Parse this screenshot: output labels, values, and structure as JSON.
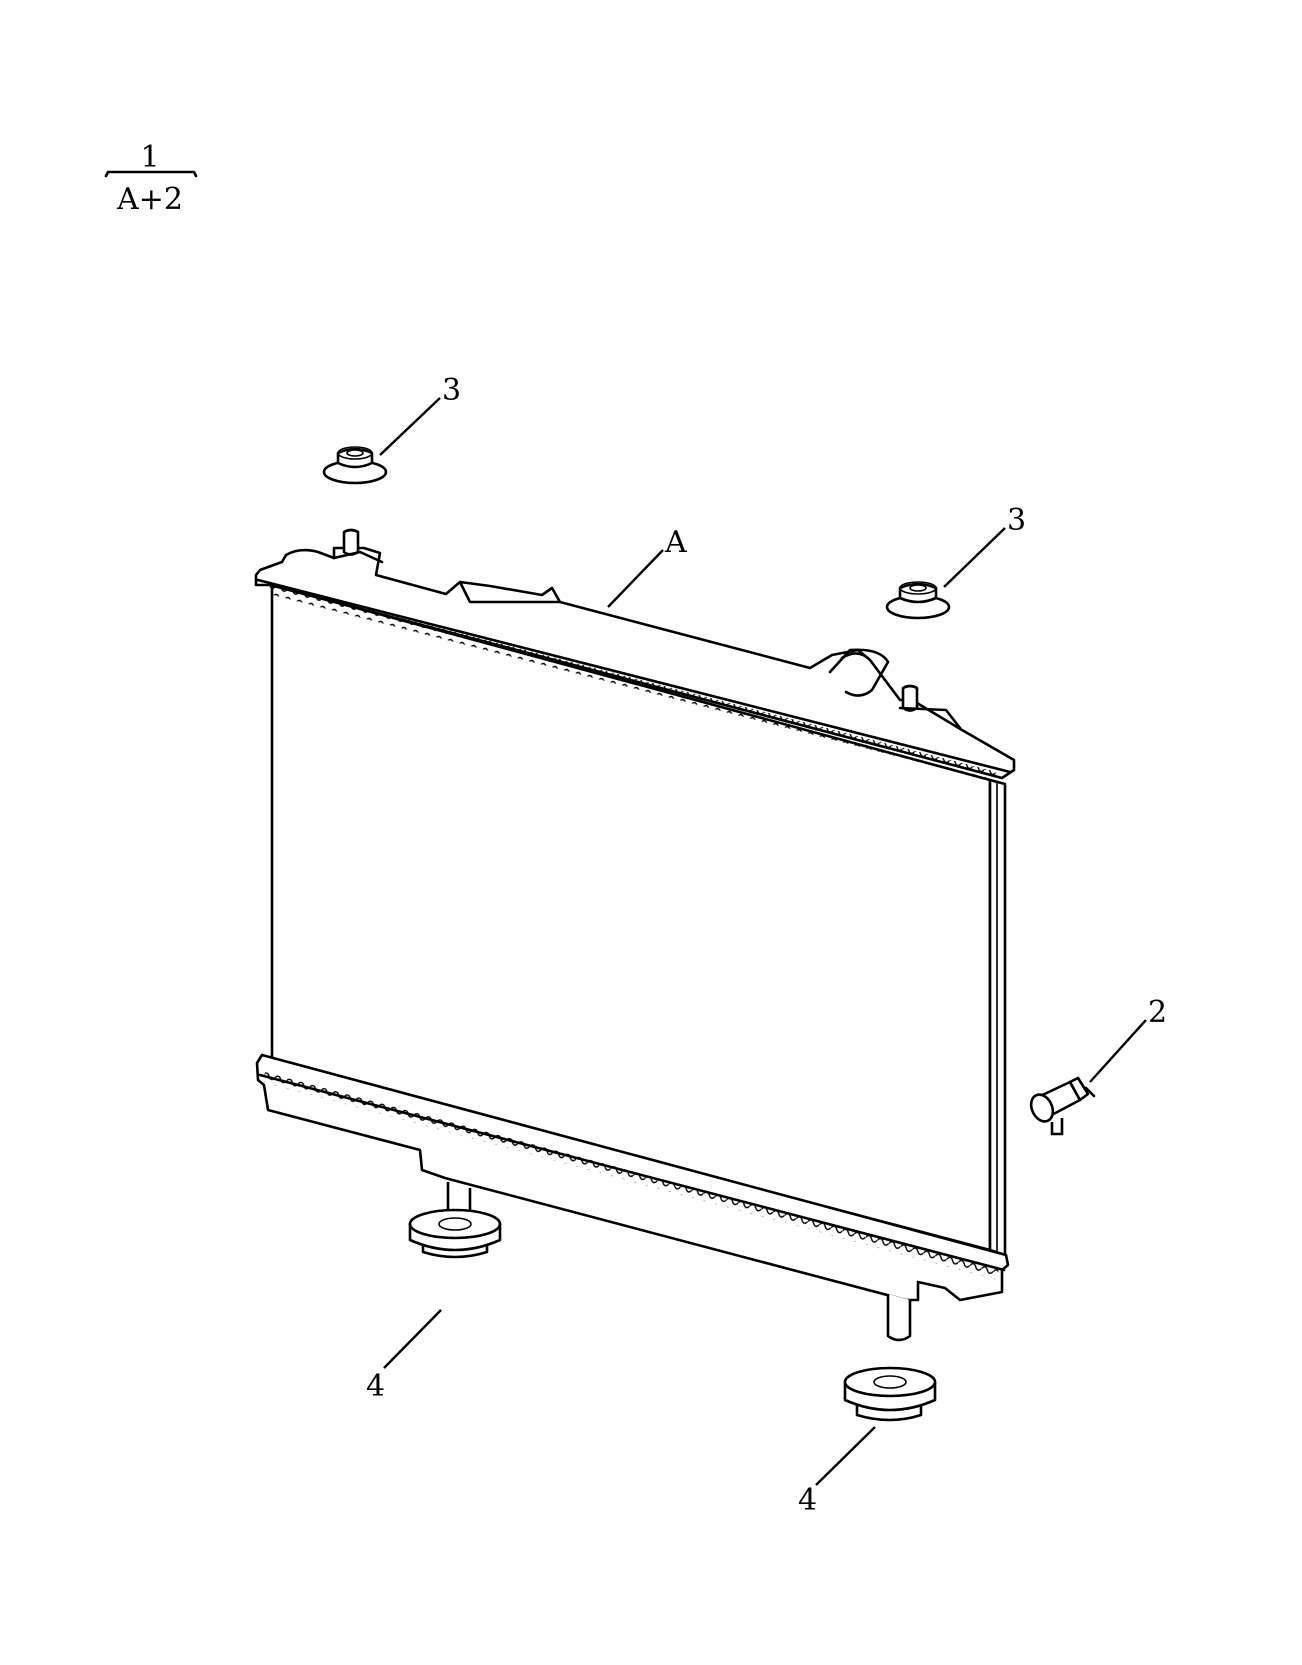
{
  "formula": {
    "numerator": "1",
    "denominator": "A+2"
  },
  "callouts": {
    "part_a": "A",
    "part_2": "2",
    "part_3_left": "3",
    "part_3_right": "3",
    "part_4_left": "4",
    "part_4_right": "4"
  },
  "colors": {
    "line": "#000000",
    "background": "#ffffff"
  }
}
